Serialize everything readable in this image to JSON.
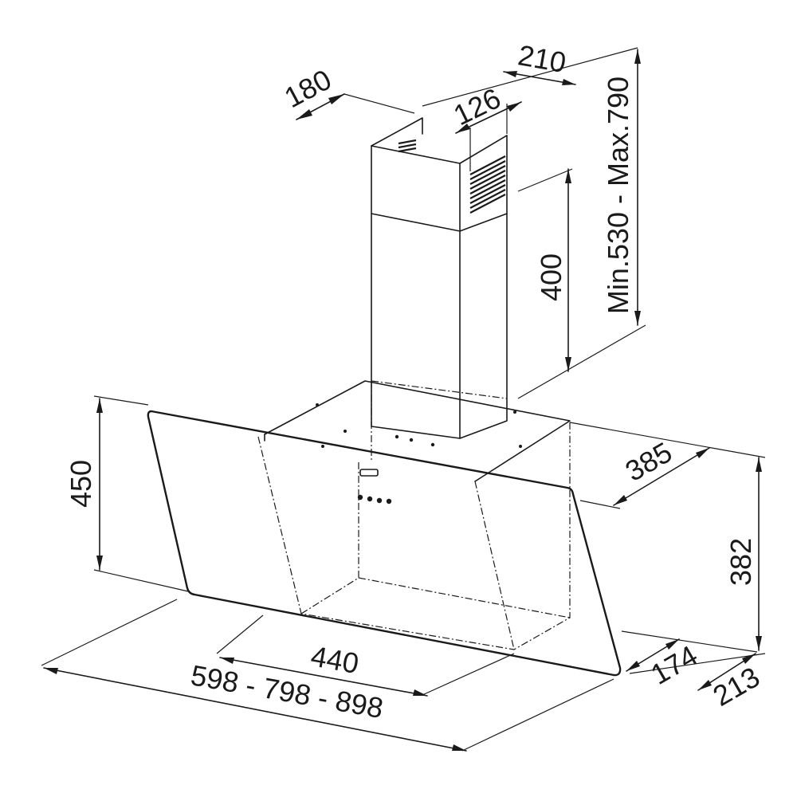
{
  "dimensions": {
    "chimney_depth": "180",
    "chimney_width": "210",
    "outlet_width": "126",
    "chimney_height_range": "Min.530 - Max.790",
    "chimney_section_height": "400",
    "canopy_depth": "385",
    "canopy_front_height": "450",
    "overall_height": "382",
    "inner_width": "440",
    "width_options": "598 - 798 - 898",
    "bottom_depth": "174",
    "overall_depth": "213"
  },
  "colors": {
    "line": "#1a1a1a",
    "background": "#ffffff"
  }
}
